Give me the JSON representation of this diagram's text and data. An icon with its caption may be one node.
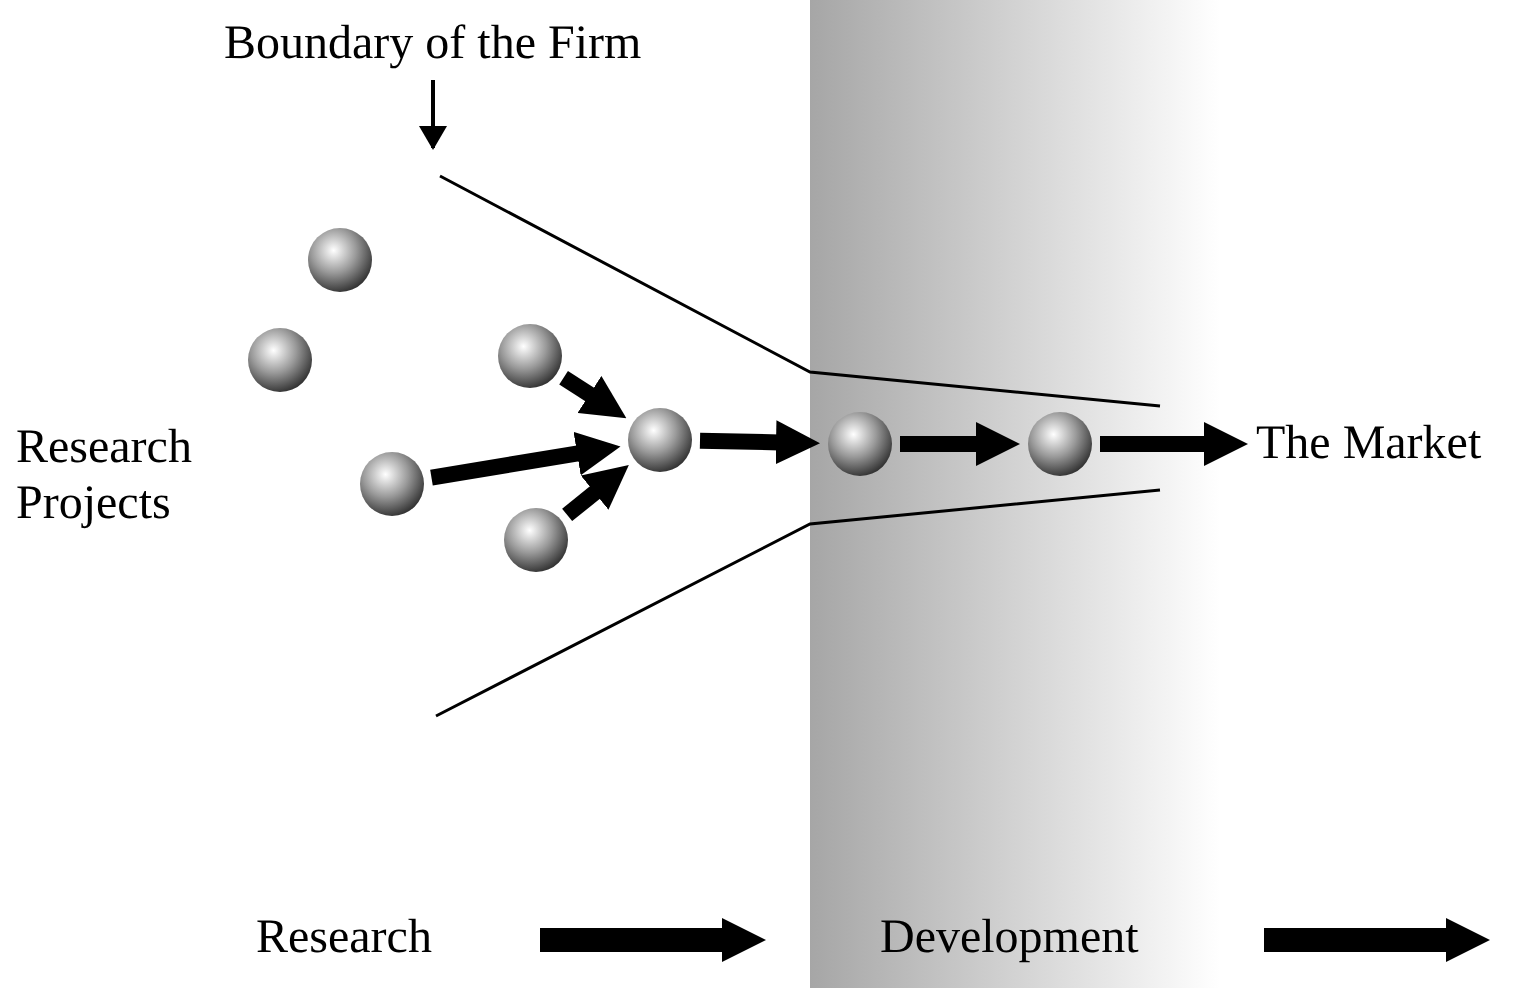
{
  "diagram": {
    "nodes": [
      {
        "text": [],
        "shape": "circle"
      },
      {
        "text": [],
        "shape": "circle"
      },
      {
        "text": [],
        "shape": "circle"
      },
      {
        "text": [],
        "shape": "circle"
      },
      {
        "text": [],
        "shape": "circle"
      },
      {
        "text": [],
        "shape": "circle"
      },
      {
        "text": [],
        "shape": "circle"
      },
      {
        "text": [],
        "shape": "circle"
      },
      {
        "text": [
          "The Market"
        ]
      },
      {
        "text": [
          "Boundary of the Firm"
        ]
      }
    ],
    "edges": [
      {
        "from": 3,
        "to": 5,
        "arrow": "to"
      },
      {
        "from": 2,
        "to": 5,
        "arrow": "to"
      },
      {
        "from": 4,
        "to": 5,
        "arrow": "to"
      },
      {
        "from": 5,
        "to": 6,
        "arrow": "to"
      },
      {
        "from": 6,
        "to": 7,
        "arrow": "to"
      },
      {
        "from": 7,
        "to": 8,
        "arrow": "to"
      },
      {
        "from": 9,
        "to": null,
        "arrow": "to"
      }
    ],
    "labels": [
      "Research Projects",
      "Research",
      "Development"
    ]
  }
}
